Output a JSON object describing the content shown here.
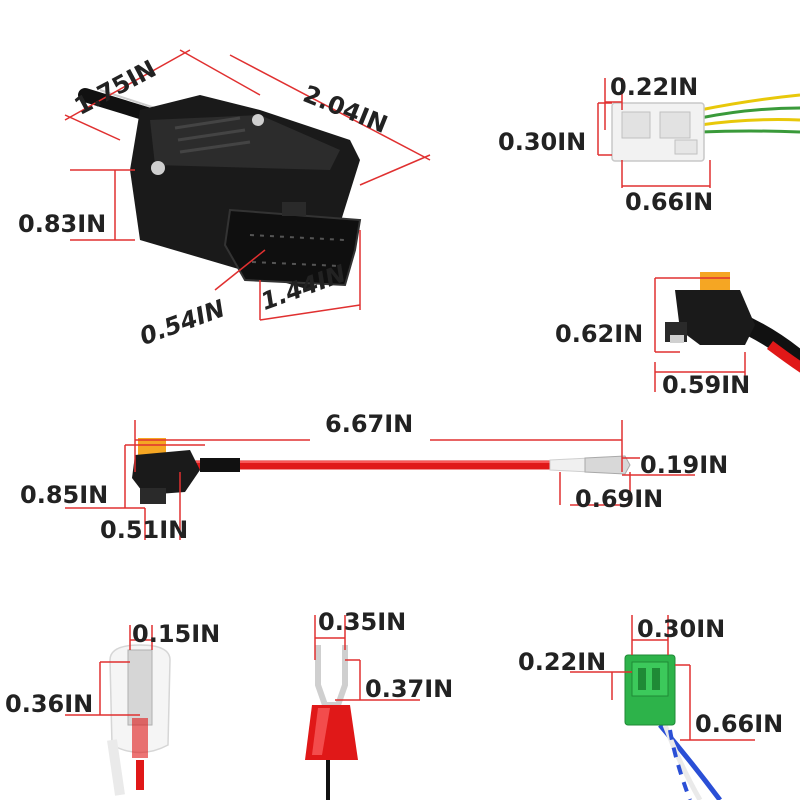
{
  "colors": {
    "dimension_line": "#e03030",
    "label_text": "#222222",
    "connector_black": "#1a1a1a",
    "wire_red": "#e01818",
    "fuse_orange": "#f5a623",
    "terminal_green": "#2db34a",
    "wire_blue": "#2a4fd6",
    "wire_green": "#3a9a3a",
    "wire_yellow": "#e8c80a"
  },
  "items": {
    "obd_connector": {
      "icon": "obd-connector-icon",
      "dims": {
        "d1": "1.75IN",
        "d2": "2.04IN",
        "d3": "0.83IN",
        "d4": "0.54IN",
        "d5": "1.44IN"
      }
    },
    "white_plug": {
      "icon": "white-plug-icon",
      "dims": {
        "d1": "0.22IN",
        "d2": "0.30IN",
        "d3": "0.66IN"
      }
    },
    "fuse_holder": {
      "icon": "fuse-holder-icon",
      "dims": {
        "d1": "0.62IN",
        "d2": "0.59IN"
      }
    },
    "fuse_cable": {
      "icon": "fuse-cable-icon",
      "dims": {
        "d1": "6.67IN",
        "d2": "0.19IN",
        "d3": "0.85IN",
        "d4": "0.69IN",
        "d5": "0.51IN"
      }
    },
    "bullet_terminal": {
      "icon": "bullet-terminal-icon",
      "dims": {
        "d1": "0.15IN",
        "d2": "0.36IN"
      }
    },
    "spade_terminal": {
      "icon": "spade-terminal-icon",
      "dims": {
        "d1": "0.35IN",
        "d2": "0.37IN"
      }
    },
    "green_connector": {
      "icon": "green-connector-icon",
      "dims": {
        "d1": "0.30IN",
        "d2": "0.22IN",
        "d3": "0.66IN"
      }
    }
  }
}
